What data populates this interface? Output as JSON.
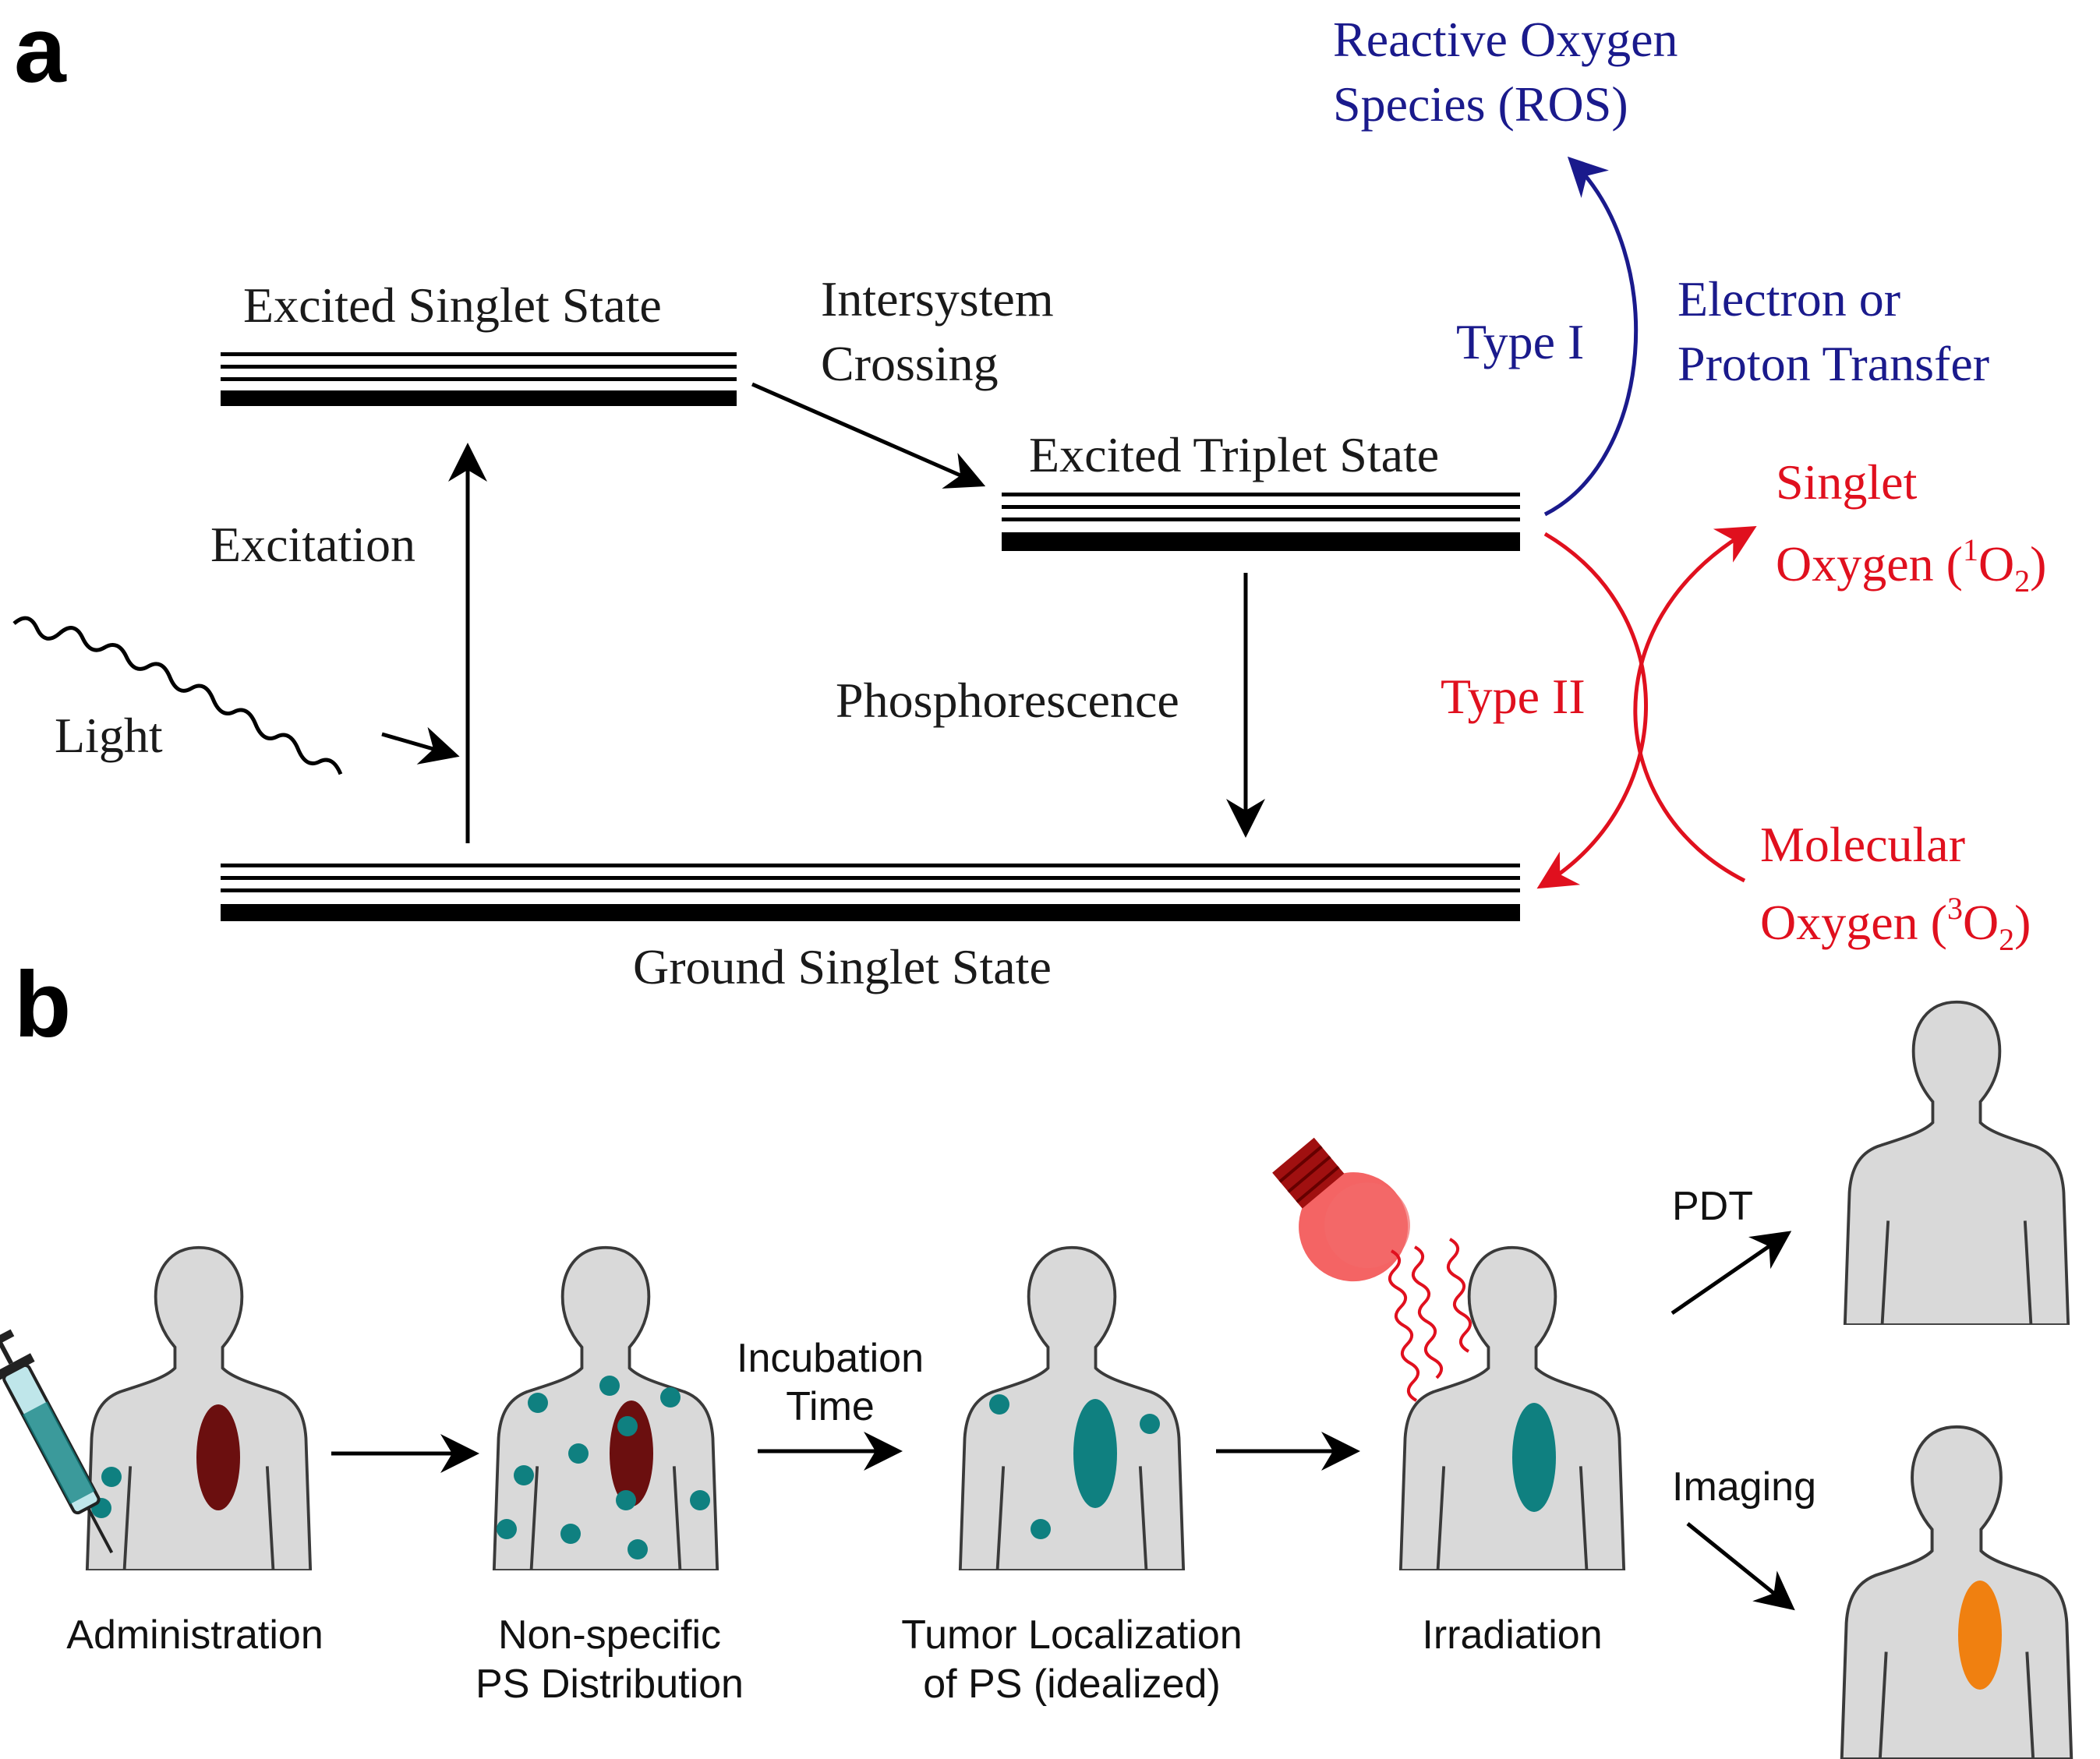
{
  "panel_a": {
    "label": "a",
    "excited_singlet": "Excited Singlet State",
    "isc_line1": "Intersystem",
    "isc_line2": "Crossing",
    "excited_triplet": "Excited Triplet State",
    "excitation": "Excitation",
    "light": "Light",
    "phosphorescence": "Phosphorescence",
    "ground_singlet": "Ground Singlet State",
    "type1": "Type I",
    "ros_line1": "Reactive Oxygen",
    "ros_line2": "Species (ROS)",
    "electron_line1": "Electron or",
    "electron_line2": "Proton Transfer",
    "type2": "Type II",
    "singlet_line1": "Singlet",
    "singlet_line2_prefix": "Oxygen (",
    "singlet_sup": "1",
    "singlet_o": "O",
    "singlet_sub": "2",
    "singlet_close": ")",
    "molecular_line1": "Molecular",
    "molecular_line2_prefix": "Oxygen (",
    "molecular_sup": "3",
    "molecular_o": "O",
    "molecular_sub": "2",
    "molecular_close": ")",
    "colors": {
      "type1": "#1a1a8c",
      "type2": "#e0101e",
      "levels": "#000000"
    }
  },
  "panel_b": {
    "label": "b",
    "step1": "Administration",
    "step2_line1": "Non-specific",
    "step2_line2": "PS Distribution",
    "incubation_line1": "Incubation",
    "incubation_line2": "Time",
    "step3_line1": "Tumor Localization",
    "step3_line2": "of PS (idealized)",
    "step4": "Irradiation",
    "pdt": "PDT",
    "imaging": "Imaging",
    "colors": {
      "tumor": "#6b0f0f",
      "ps": "#0f8080",
      "imaging_tumor": "#f08010",
      "light": "#f03030",
      "body": "#d9d9d9"
    }
  }
}
